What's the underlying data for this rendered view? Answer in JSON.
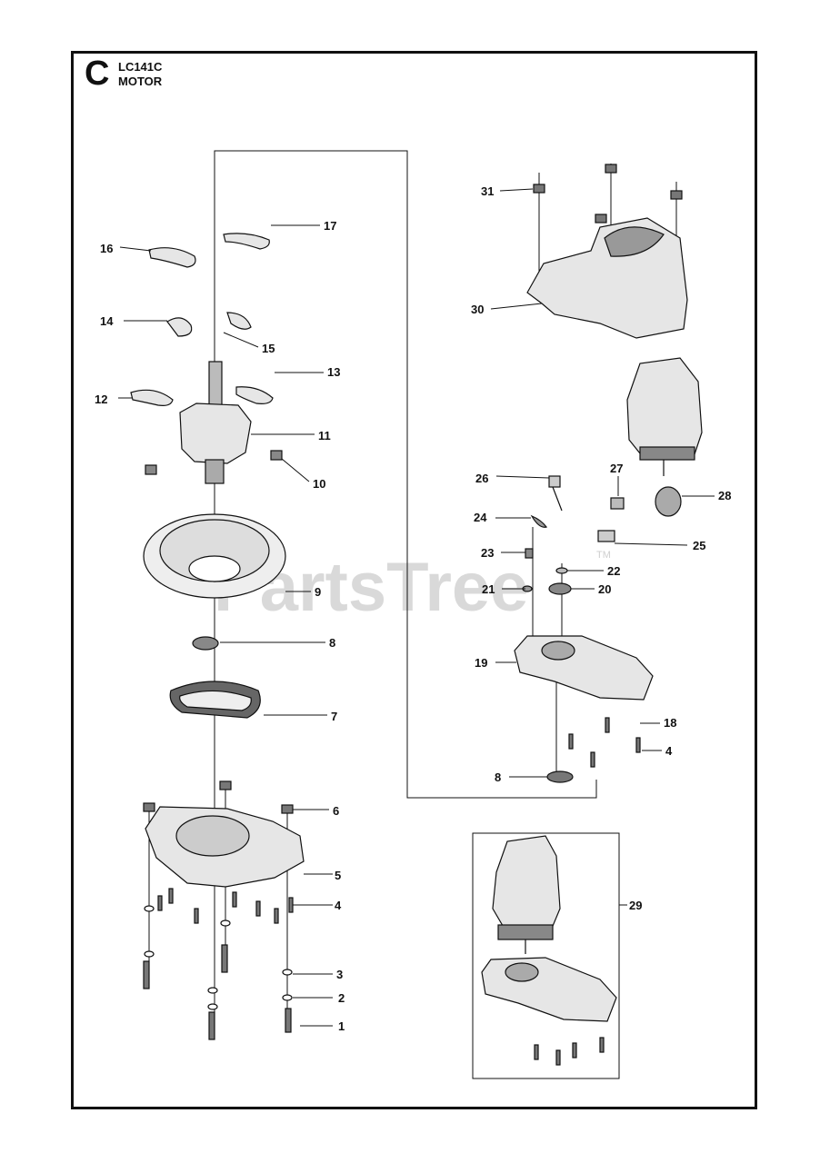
{
  "header": {
    "section": "C",
    "model": "LC141C",
    "assembly": "MOTOR"
  },
  "watermark": {
    "text": "PartsTree",
    "tm": "TM"
  },
  "callouts": [
    "1",
    "2",
    "3",
    "4",
    "5",
    "6",
    "7",
    "8",
    "9",
    "10",
    "11",
    "12",
    "13",
    "14",
    "15",
    "16",
    "17",
    "18",
    "19",
    "20",
    "21",
    "22",
    "23",
    "24",
    "25",
    "26",
    "27",
    "28",
    "29",
    "30",
    "31",
    "4",
    "8"
  ],
  "colors": {
    "line": "#111111",
    "part_fill": "#e6e6e6",
    "part_dark": "#555555",
    "watermark": "#d9d9d9"
  }
}
